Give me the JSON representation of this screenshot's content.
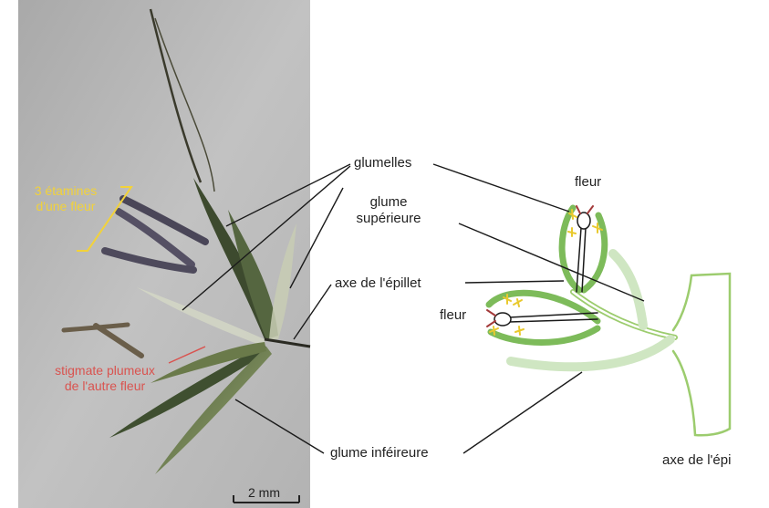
{
  "photo": {
    "stamens_label": [
      "3 étamines",
      "d'une fleur"
    ],
    "stigma_label": [
      "stigmate plumeux",
      "de l'autre fleur"
    ],
    "scale_bar": "2 mm",
    "colors": {
      "stamens": "#f2d23a",
      "stigma": "#d9534f",
      "background": "#b9b9b9"
    }
  },
  "labels": {
    "glumelles": "glumelles",
    "glume_sup_1": "glume",
    "glume_sup_2": "supérieure",
    "axe_epillet": "axe de l'épillet",
    "fleur_top": "fleur",
    "fleur_left": "fleur",
    "glume_inf": "glume inféireure",
    "axe_epi": "axe de l'épi"
  },
  "colors": {
    "glumelle_green": "#7dbb5a",
    "glume_pale": "#cfe6c2",
    "axis_green": "#9ccc6e",
    "anther_yellow": "#e9c92e",
    "stigma_red": "#a33a3a",
    "leader_line": "#1a1a1a"
  }
}
